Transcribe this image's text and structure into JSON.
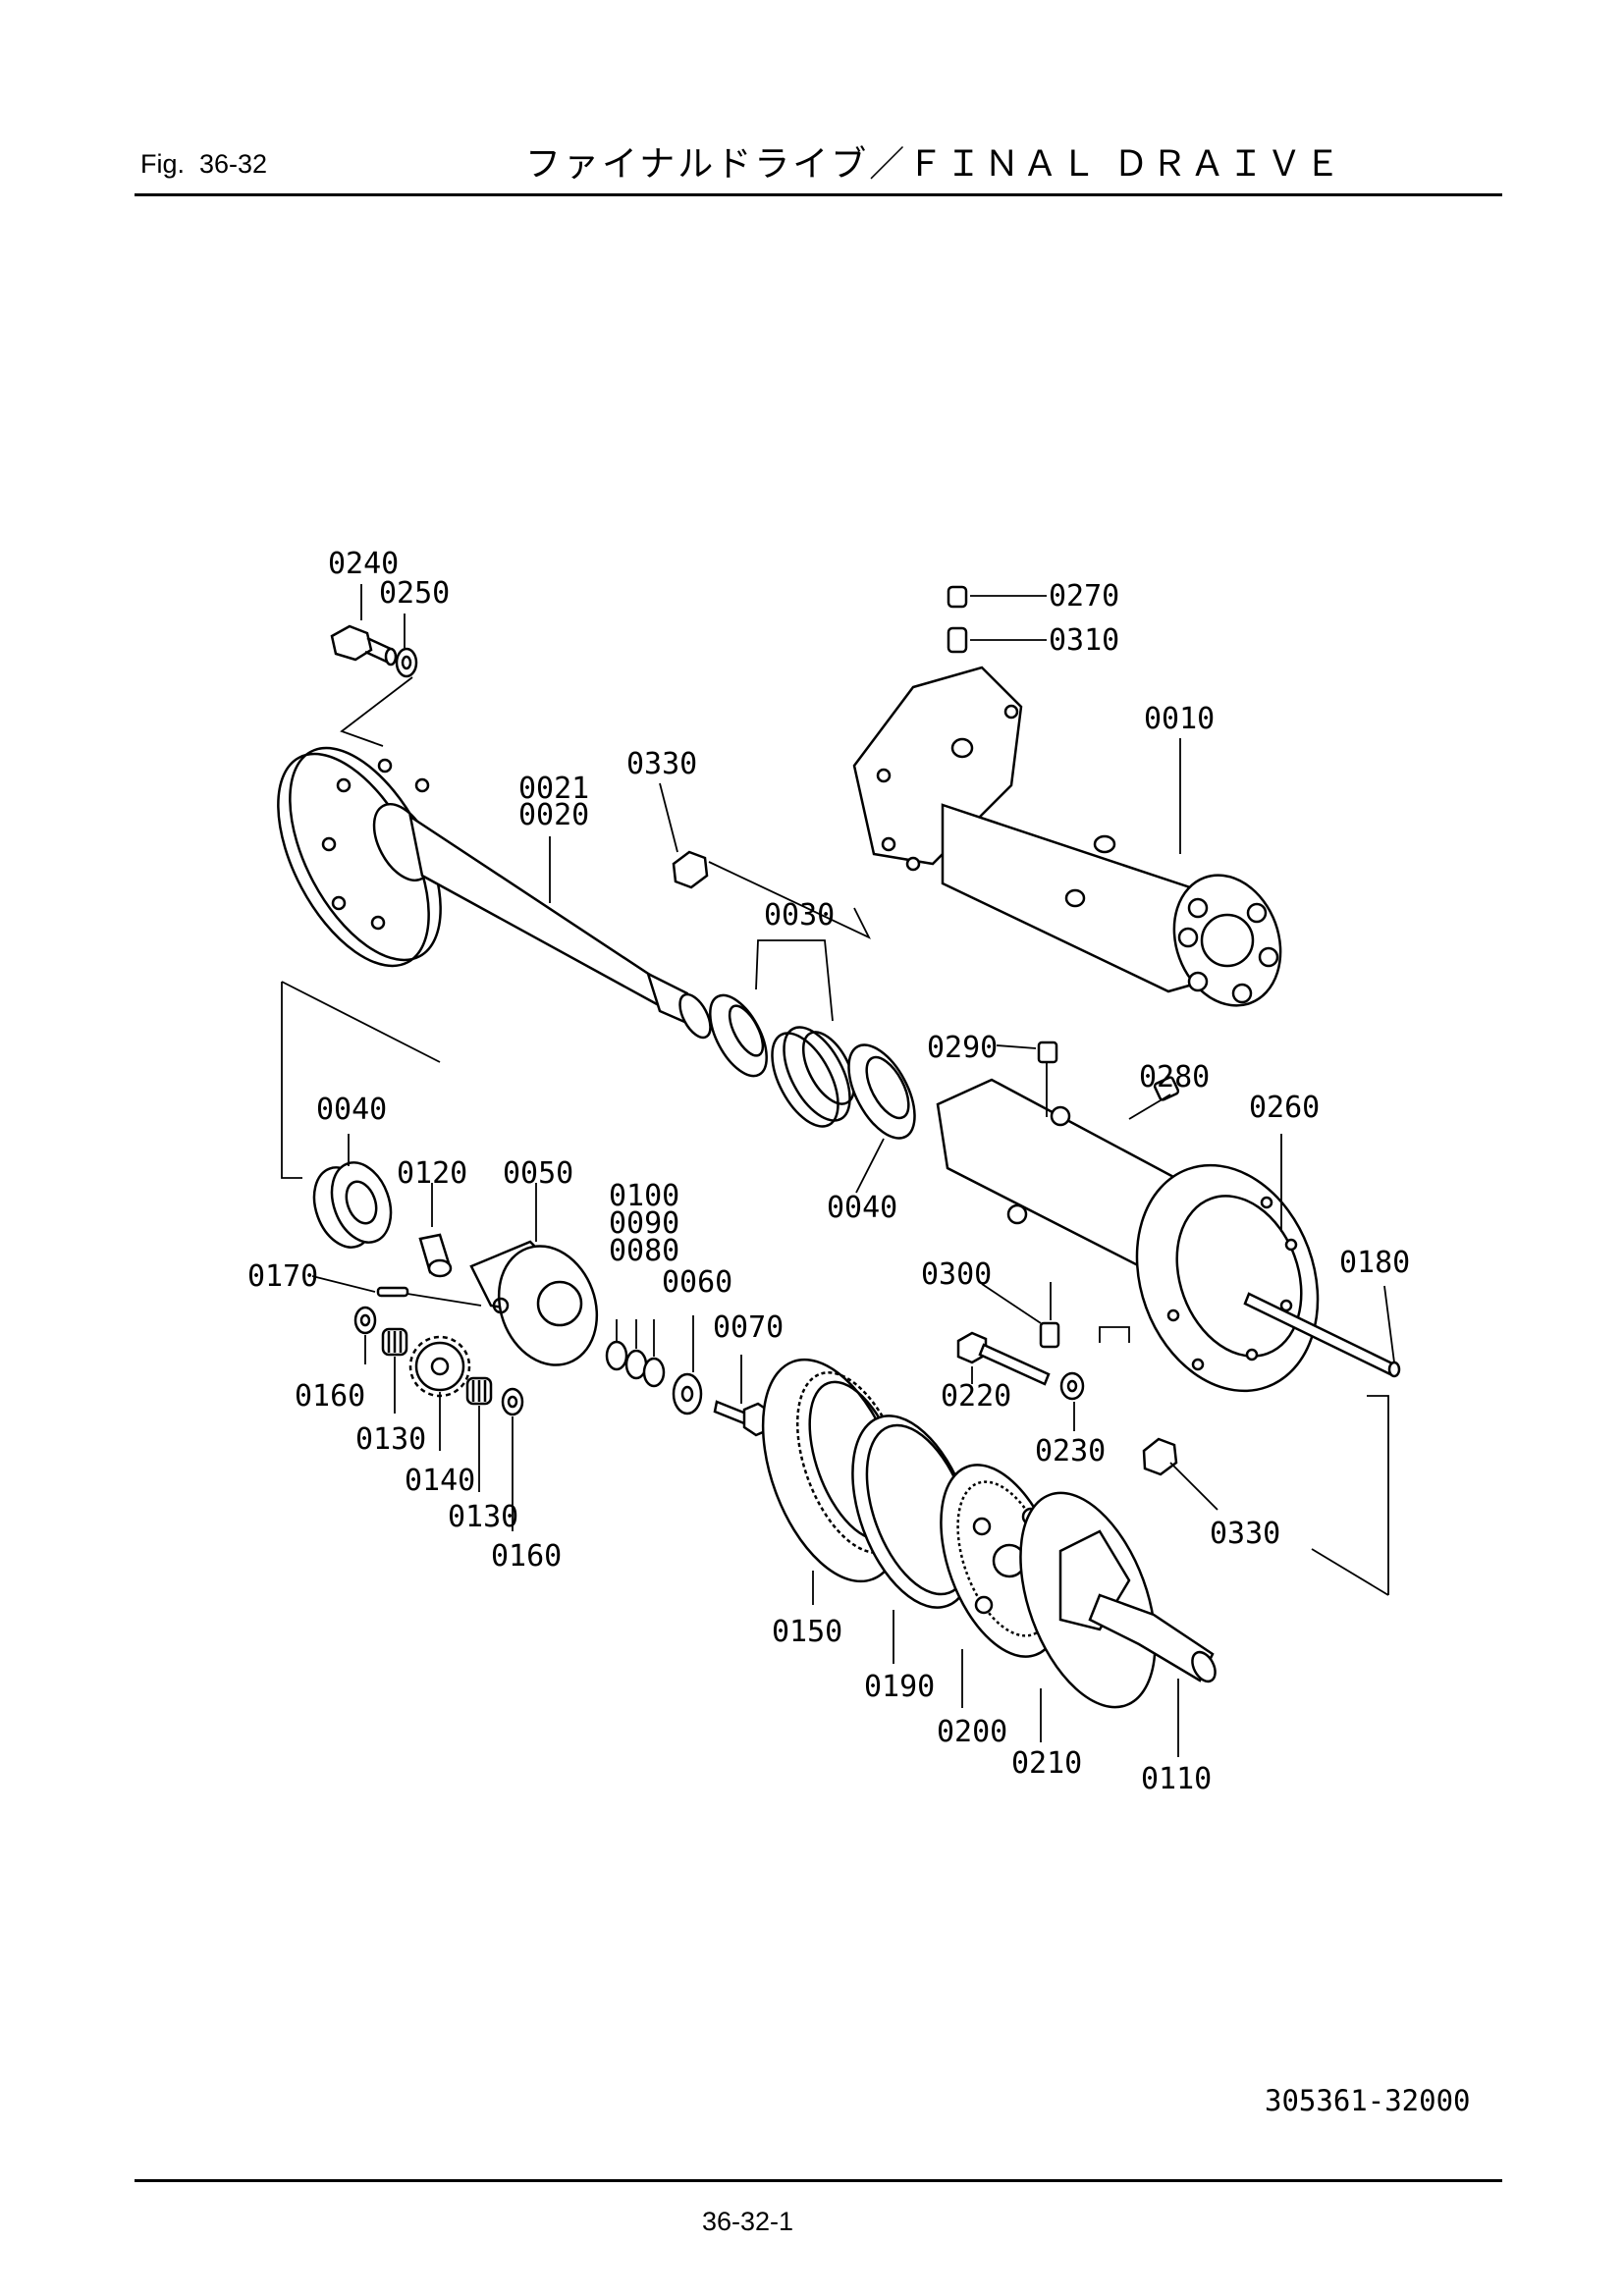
{
  "header": {
    "fig_label": "Fig.  36-32",
    "title": "ファイナルドライブ／ＦＩＮＡＬ ＤＲＡＩＶＥ"
  },
  "footer": {
    "doc_number": "305361-32000",
    "page_number": "36-32-1"
  },
  "callouts": {
    "p0240": "0240",
    "p0250": "0250",
    "p0270": "0270",
    "p0310": "0310",
    "p0010": "0010",
    "p0021": "0021",
    "p0020": "0020",
    "p0330a": "0330",
    "p0030": "0030",
    "p0290": "0290",
    "p0280": "0280",
    "p0260": "0260",
    "p0040a": "0040",
    "p0040b": "0040",
    "p0120": "0120",
    "p0050": "0050",
    "p0100": "0100",
    "p0090": "0090",
    "p0080": "0080",
    "p0060": "0060",
    "p0070": "0070",
    "p0170": "0170",
    "p0300": "0300",
    "p0180": "0180",
    "p0160a": "0160",
    "p0130a": "0130",
    "p0140": "0140",
    "p0130b": "0130",
    "p0160b": "0160",
    "p0220": "0220",
    "p0230": "0230",
    "p0330b": "0330",
    "p0150": "0150",
    "p0190": "0190",
    "p0200": "0200",
    "p0210": "0210",
    "p0110": "0110"
  }
}
